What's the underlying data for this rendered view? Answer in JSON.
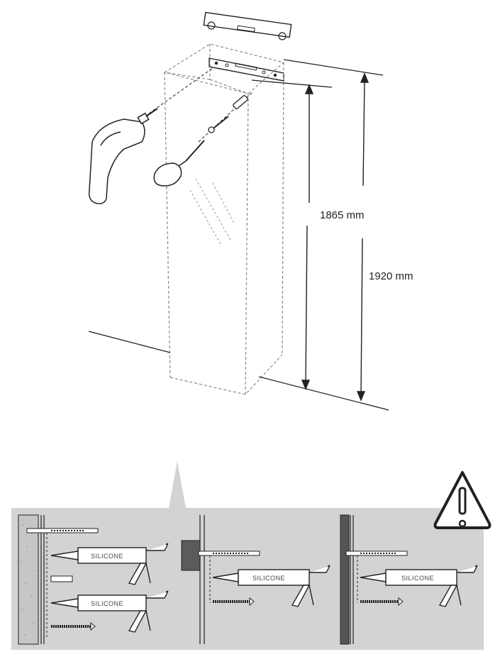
{
  "dimensions": {
    "height_1": "1865 mm",
    "height_2": "1920 mm"
  },
  "steps": [
    {
      "guns": [
        {
          "label": "SILICONE"
        },
        {
          "label": "SILICONE"
        }
      ],
      "wall": "masonry"
    },
    {
      "guns": [
        {
          "label": "SILICONE"
        }
      ],
      "wall": "wood-block"
    },
    {
      "guns": [
        {
          "label": "SILICONE"
        }
      ],
      "wall": "dark-board"
    }
  ],
  "warning_icon": "warning-triangle-icon",
  "colors": {
    "panel_bg": "#d2d3d3",
    "line": "#222222",
    "wood": "#5b5b5b",
    "board": "#555555"
  }
}
